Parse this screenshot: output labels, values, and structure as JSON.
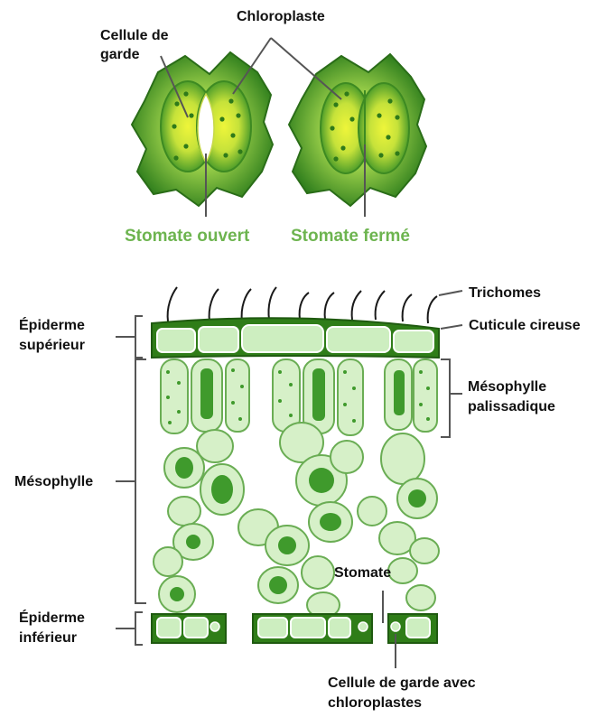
{
  "colors": {
    "dark_green": "#2f7d18",
    "cell_green": "#cfeec0",
    "chloro_green": "#4fae3a",
    "yellow_glow": "#e6f23a",
    "caption_green": "#6db44f",
    "line": "#555555"
  },
  "stomata": {
    "top_label": "Chloroplaste",
    "guard_cell_label_1": "Cellule de",
    "guard_cell_label_2": "garde",
    "open_caption": "Stomate ouvert",
    "closed_caption": "Stomate fermé"
  },
  "leaf_section": {
    "trichomes": "Trichomes",
    "cuticle": "Cuticule cireuse",
    "upper_epidermis_1": "Épiderme",
    "upper_epidermis_2": "supérieur",
    "palisade_1": "Mésophylle",
    "palisade_2": "palissadique",
    "mesophyll": "Mésophylle",
    "stomate": "Stomate",
    "lower_epidermis_1": "Épiderme",
    "lower_epidermis_2": "inférieur",
    "guard_chloro_1": "Cellule de garde avec",
    "guard_chloro_2": "chloroplastes"
  }
}
